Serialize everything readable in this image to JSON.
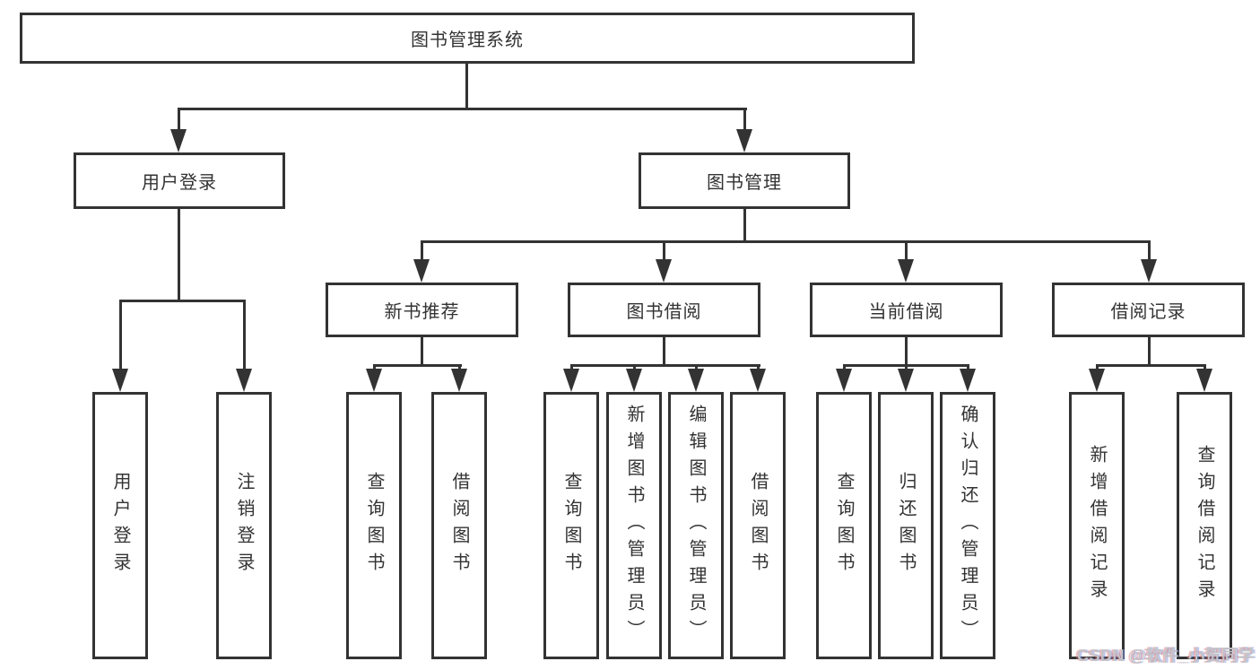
{
  "diagram": {
    "root": "图书管理系统",
    "branches": {
      "user_login": "用户登录",
      "book_mgmt": "图书管理"
    },
    "modules": [
      "新书推荐",
      "图书借阅",
      "当前借阅",
      "借阅记录"
    ],
    "leaves": {
      "user_login": [
        "用户登录",
        "注销登录"
      ],
      "new_book": [
        "查询图书",
        "借阅图书"
      ],
      "book_borrow": [
        "查询图书",
        "新增图书（管理员）",
        "编辑图书（管理员）",
        "借阅图书"
      ],
      "current_borrow": [
        "查询图书",
        "归还图书",
        "确认归还（管理员）"
      ],
      "borrow_records": [
        "新增借阅记录",
        "查询借阅记录"
      ]
    }
  },
  "watermark": "CSDN @软件_小贺同学",
  "colors": {
    "line": "#333333",
    "text": "#333333",
    "background": "#ffffff",
    "watermark": "#c3c3c9"
  }
}
